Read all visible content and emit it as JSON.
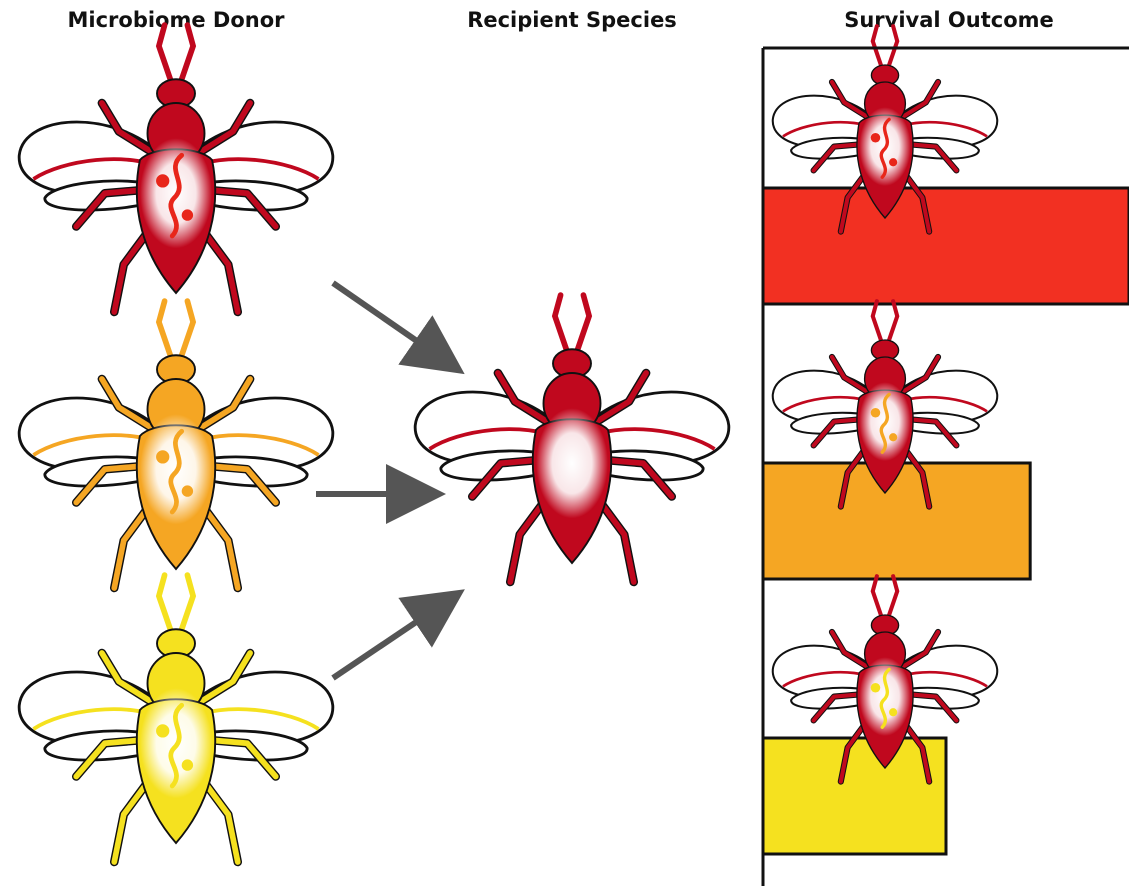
{
  "columns": {
    "donor": "Microbiome Donor",
    "recipient": "Recipient Species",
    "outcome": "Survival Outcome"
  },
  "colors": {
    "recipient": "#c0081e",
    "donor_red": "#c0081e",
    "donor_orange": "#f5a623",
    "donor_yellow": "#f5e11f",
    "bar_red": "#f23022",
    "bar_orange": "#f5a623",
    "bar_yellow": "#f5e11f",
    "arrow": "#555555",
    "outline": "#111111"
  },
  "donors": [
    {
      "name": "red-donor",
      "color_key": "donor_red",
      "microbe": "#e8261a"
    },
    {
      "name": "orange-donor",
      "color_key": "donor_orange",
      "microbe": "#f5a623"
    },
    {
      "name": "yellow-donor",
      "color_key": "donor_yellow",
      "microbe": "#f5e11f"
    }
  ],
  "outcomes": [
    {
      "name": "red-outcome",
      "bar_color_key": "bar_red",
      "microbe": "#e8261a",
      "relative_survival": 1.0
    },
    {
      "name": "orange-outcome",
      "bar_color_key": "bar_orange",
      "microbe": "#f5a623",
      "relative_survival": 0.73
    },
    {
      "name": "yellow-outcome",
      "bar_color_key": "bar_yellow",
      "microbe": "#f5e11f",
      "relative_survival": 0.5
    }
  ],
  "icons": [
    "wasp-icon",
    "arrow-icon",
    "survival-bar"
  ]
}
